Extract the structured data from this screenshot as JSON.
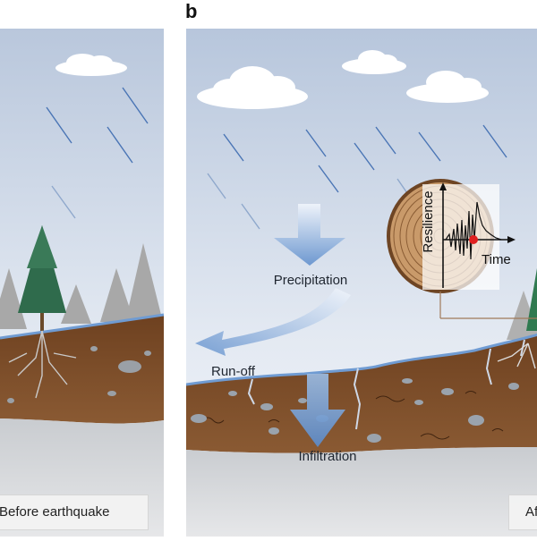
{
  "panel_label": "b",
  "labels": {
    "precipitation": "Precipitation",
    "runoff": "Run-off",
    "infiltration": "Infiltration",
    "resilience": "Resilience",
    "time": "Time"
  },
  "captions": {
    "before": "Before earthquake",
    "after": "Af"
  },
  "colors": {
    "sky_top": "#b8c8de",
    "sky_bottom": "#eef2f8",
    "soil": "#7a4a26",
    "soil_dark": "#4e2c14",
    "water_arrow": "#6f9bd2",
    "rain": "#3f6fb0",
    "tree_green": "#2f6b4c",
    "tree_gray": "#a9a9a9",
    "red_dot": "#e02020"
  },
  "icons": [
    "cloud-icon",
    "rain-icon",
    "tree-icon",
    "tree-ring-icon",
    "arrow-icon"
  ]
}
